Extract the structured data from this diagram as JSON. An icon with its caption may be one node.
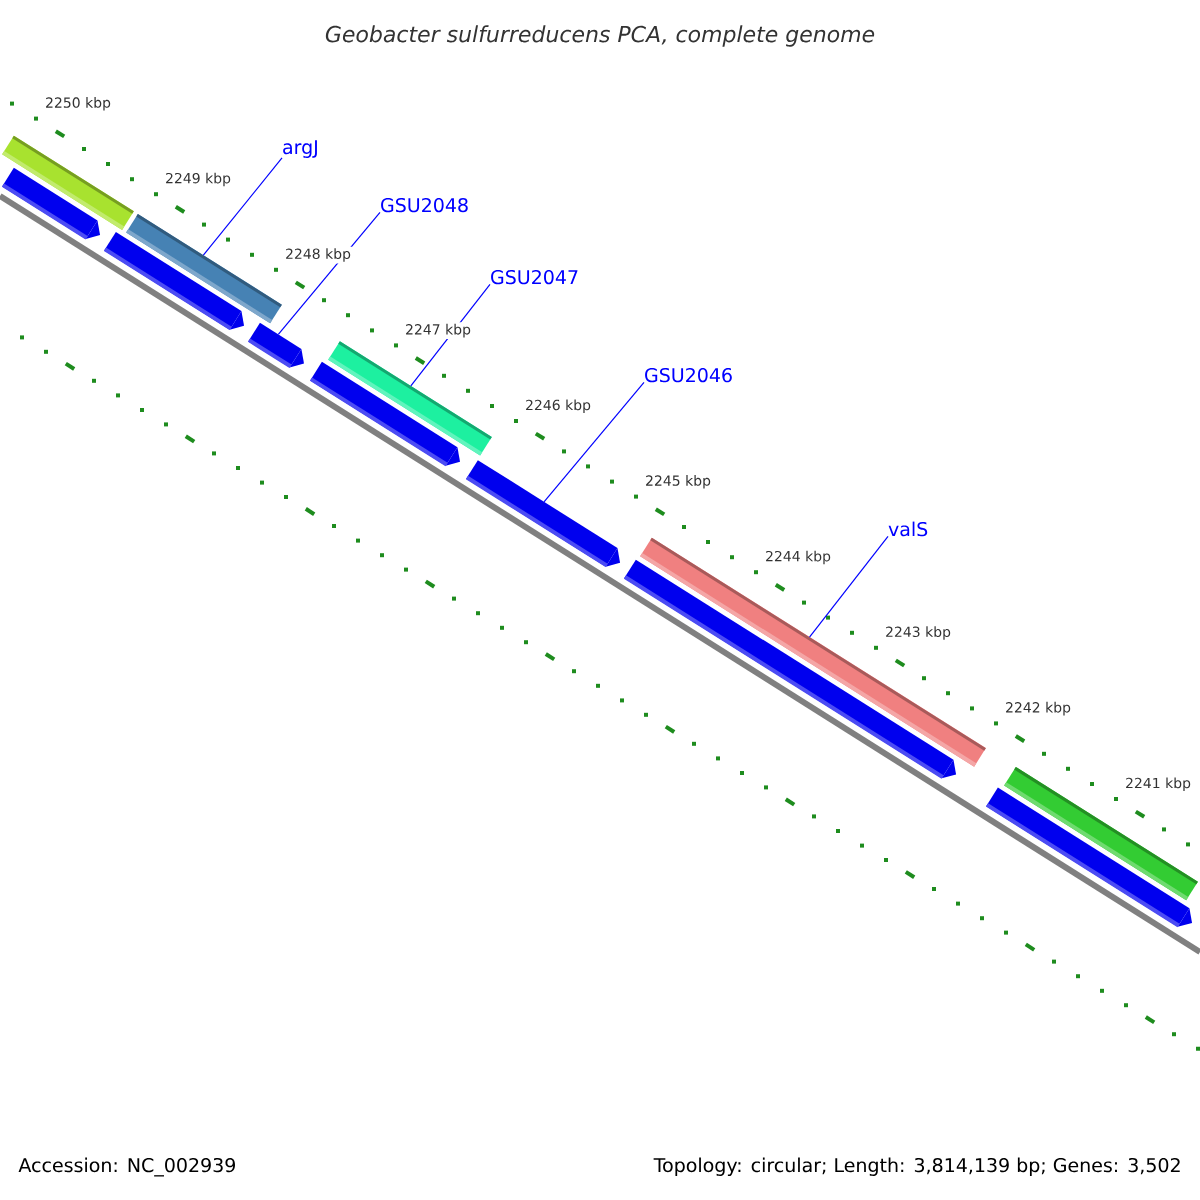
{
  "diagram": {
    "title": "Geobacter sulfurreducens PCA, complete genome",
    "nodes": [
      {
        "text": [],
        "shape": "bar"
      },
      {
        "text": [],
        "shape": "bar"
      },
      {
        "text": [],
        "shape": "bar"
      },
      {
        "text": [],
        "shape": "bar"
      },
      {
        "text": [],
        "shape": "bar"
      },
      {
        "text": [],
        "shape": "bar"
      },
      {
        "text": [],
        "shape": "bar"
      },
      {
        "text": [],
        "shape": "bar"
      },
      {
        "text": [],
        "shape": "bar"
      },
      {
        "text": [],
        "shape": "bar"
      },
      {
        "text": [],
        "shape": "bar"
      },
      {
        "text": [],
        "shape": "bar"
      },
      {
        "text": [
          "argJ"
        ]
      },
      {
        "text": [
          "GSU2048"
        ]
      },
      {
        "text": [
          "GSU2047"
        ]
      },
      {
        "text": [
          "GSU2046"
        ]
      },
      {
        "text": [
          "valS"
        ]
      }
    ],
    "edges": [
      {
        "from": 12,
        "to": 1,
        "arrow": "none"
      },
      {
        "from": 13,
        "to": 7,
        "arrow": "none"
      },
      {
        "from": 14,
        "to": 2,
        "arrow": "none"
      },
      {
        "from": 15,
        "to": 9,
        "arrow": "none"
      },
      {
        "from": 16,
        "to": 3,
        "arrow": "none"
      }
    ],
    "labels": [
      "2250 kbp",
      "2249 kbp",
      "2248 kbp",
      "2247 kbp",
      "2246 kbp",
      "2245 kbp",
      "2244 kbp",
      "2243 kbp",
      "2242 kbp",
      "2241 kbp",
      "Accession: NC_002939",
      "Topology: circular; Length: 3,814,139 bp; Genes: 3,502"
    ]
  }
}
